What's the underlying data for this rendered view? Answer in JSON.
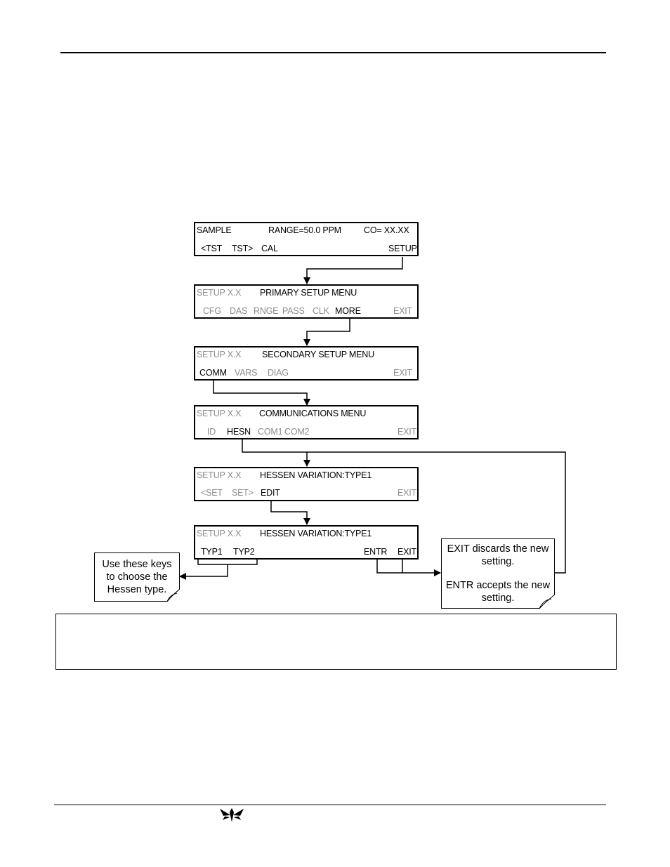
{
  "screens": [
    {
      "top": {
        "left": "SAMPLE",
        "mid": "RANGE=50.0 PPM",
        "right": "CO= XX.XX"
      },
      "keys": [
        "<TST",
        "TST>",
        "CAL",
        "SETUP"
      ]
    },
    {
      "top": {
        "left": "SETUP X.X",
        "title": "PRIMARY SETUP MENU"
      },
      "keys": [
        "CFG",
        "DAS",
        "RNGE",
        "PASS",
        "CLK",
        "MORE",
        "EXIT"
      ]
    },
    {
      "top": {
        "left": "SETUP X.X",
        "title": "SECONDARY SETUP MENU"
      },
      "keys": [
        "COMM",
        "VARS",
        "DIAG",
        "EXIT"
      ]
    },
    {
      "top": {
        "left": "SETUP X.X",
        "title": "COMMUNICATIONS MENU"
      },
      "keys": [
        "ID",
        "HESN",
        "COM1",
        "COM2",
        "EXIT"
      ]
    },
    {
      "top": {
        "left": "SETUP X.X",
        "title": "HESSEN VARIATION:TYPE1"
      },
      "keys": [
        "<SET",
        "SET>",
        "EDIT",
        "EXIT"
      ]
    },
    {
      "top": {
        "left": "SETUP X.X",
        "title": "HESSEN VARIATION:TYPE1"
      },
      "keys": [
        "TYP1",
        "TYP2",
        "ENTR",
        "EXIT"
      ]
    }
  ],
  "notes": {
    "left": "Use these keys to choose the Hessen type.",
    "right_exit_key": "EXIT",
    "right_exit_text": " discards the new setting.",
    "right_entr_key": "ENTR",
    "right_entr_text": " accepts the new setting."
  },
  "colors": {
    "inactive_key": "#8c8c8c",
    "active_key": "#000000"
  },
  "icons": {
    "footer_logo": "teledyne-logo"
  }
}
